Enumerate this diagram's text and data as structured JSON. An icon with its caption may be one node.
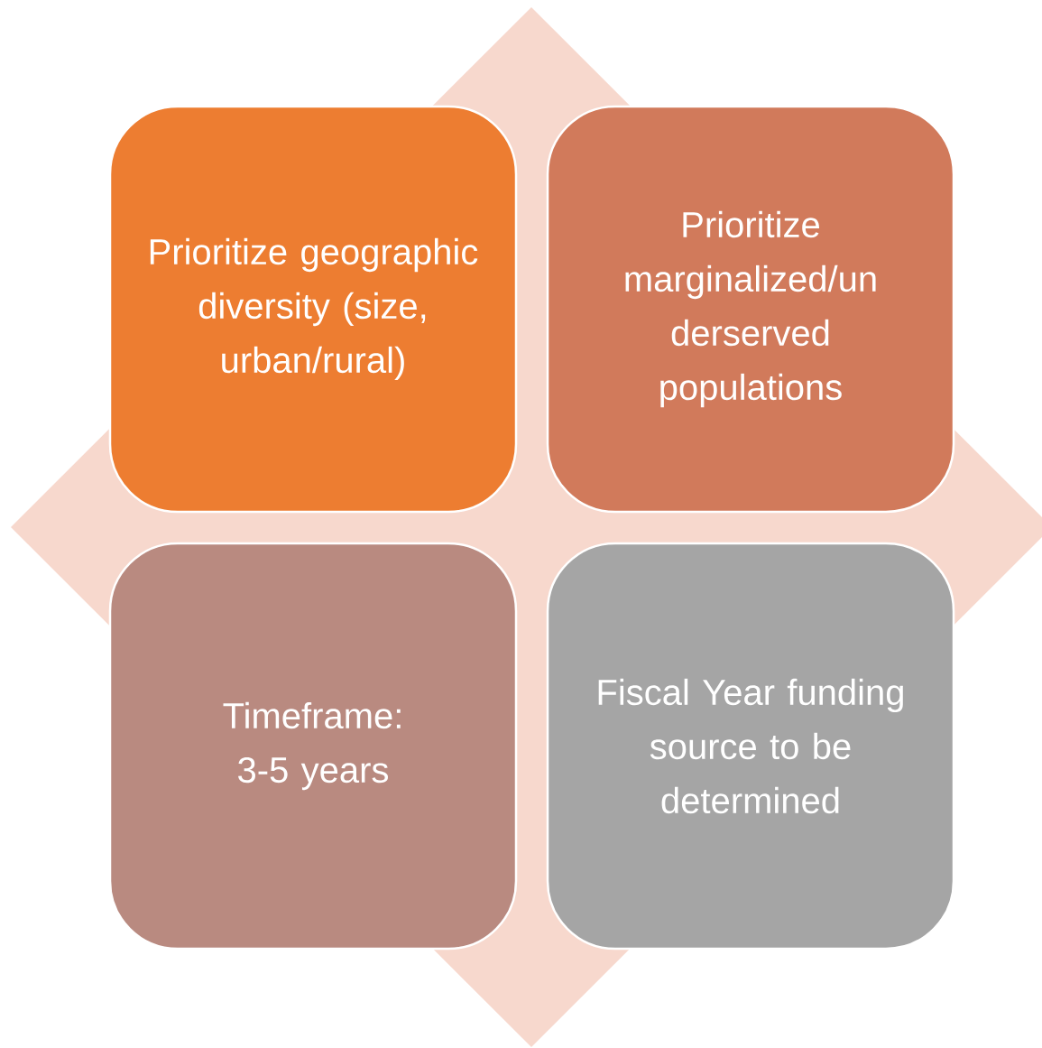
{
  "diagram": {
    "nodes": [
      {
        "text": [
          "Prioritize geographic diversity (size, urban/rural)"
        ]
      },
      {
        "text": [
          "Prioritize marginalized/un derserved populations"
        ]
      },
      {
        "text": [
          "Timeframe: 3-5 years"
        ]
      },
      {
        "text": [
          "Fiscal Year funding source to be determined"
        ]
      }
    ]
  }
}
